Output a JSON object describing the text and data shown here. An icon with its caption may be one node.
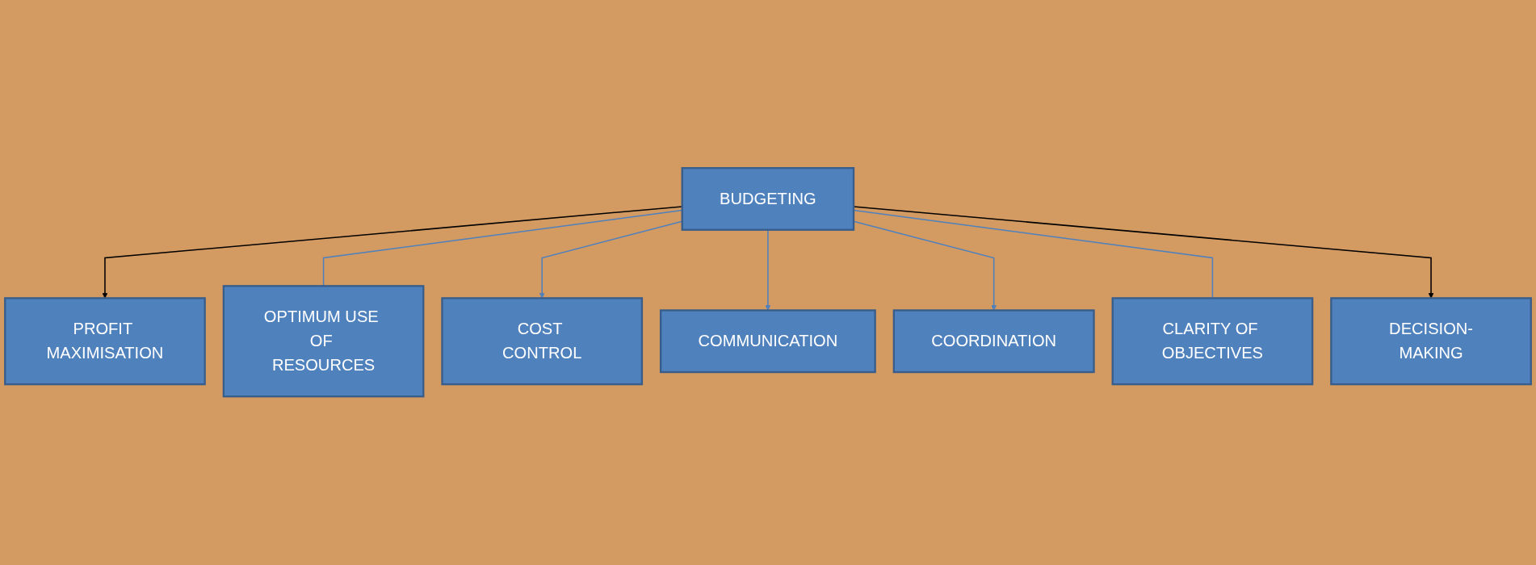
{
  "diagram": {
    "nodes": [
      {
        "text": [
          "BUDGETING"
        ]
      },
      {
        "text": [
          "PROFIT MAXIMISATION"
        ]
      },
      {
        "text": [
          "COST CONTROL"
        ]
      },
      {
        "text": [
          "COORDINATION"
        ]
      },
      {
        "text": [
          "DECISION-MAKING"
        ]
      },
      {
        "text": [
          "OPTIMUM USE OF RESOURCES"
        ]
      },
      {
        "text": [
          "COMMUNICATION"
        ]
      },
      {
        "text": [
          "CLARITY OF OBJECTIVES"
        ]
      }
    ],
    "edges": [
      {
        "from": 0,
        "to": 1,
        "arrow": "to",
        "color": "#000000"
      },
      {
        "from": 0,
        "to": 5,
        "arrow": "none"
      },
      {
        "from": 0,
        "to": 2,
        "arrow": "to"
      },
      {
        "from": 0,
        "to": 6,
        "arrow": "to"
      },
      {
        "from": 0,
        "to": 3,
        "arrow": "to"
      },
      {
        "from": 0,
        "to": 7,
        "arrow": "none"
      },
      {
        "from": 0,
        "to": 4,
        "arrow": "to",
        "color": "#000000"
      }
    ]
  }
}
